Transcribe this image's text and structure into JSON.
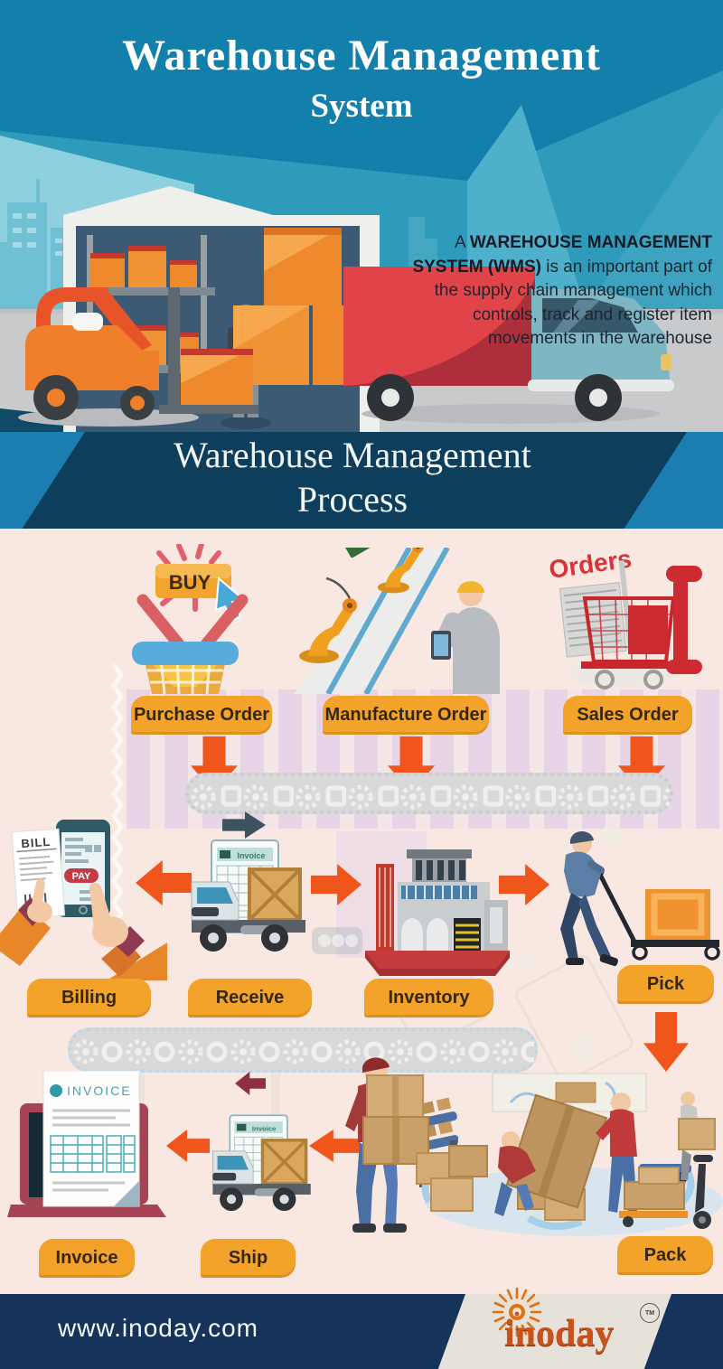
{
  "colors": {
    "teal_base": "#2F9BBA",
    "teal_dark": "#1280AB",
    "teal_light": "#57B5CF",
    "sky": "#8ED0DE",
    "city": "#6FC0D3",
    "floor": "#C8CACC",
    "banner_blue": "#1B7DB0",
    "banner_navy": "#0D3E5C",
    "cream": "#F8E8E1",
    "label_orange": "#F4A32A",
    "label_text": "#33270F",
    "arrow_orange": "#F0561B",
    "arrow_maroon": "#8E2F44",
    "footer_navy": "#16335C",
    "logo_orange": "#C9511B",
    "beige": "#E6E1D9"
  },
  "header": {
    "title_line1": "Warehouse Management",
    "title_line2": "System",
    "description": {
      "prefix": "A ",
      "bold": "WAREHOUSE MANAGEMENT SYSTEM (WMS)",
      "rest": " is an important part of the supply chain management which  controls, track and register item movements in the warehouse"
    }
  },
  "process_banner": {
    "line1": "Warehouse Management",
    "line2": "Process"
  },
  "process": {
    "steps": [
      {
        "id": "purchase-order",
        "label": "Purchase Order"
      },
      {
        "id": "manufacture-order",
        "label": "Manufacture Order"
      },
      {
        "id": "sales-order",
        "label": "Sales Order"
      },
      {
        "id": "billing",
        "label": "Billing"
      },
      {
        "id": "receive",
        "label": "Receive"
      },
      {
        "id": "inventory",
        "label": "Inventory"
      },
      {
        "id": "pick",
        "label": "Pick"
      },
      {
        "id": "invoice",
        "label": "Invoice"
      },
      {
        "id": "ship",
        "label": "Ship"
      },
      {
        "id": "pack",
        "label": "Pack"
      }
    ],
    "icon_text": {
      "buy": "BUY",
      "orders": "Orders",
      "bill": "BILL",
      "pay": "PAY",
      "invoice_sheet": "Invoice",
      "invoice_document": "INVOICE"
    }
  },
  "footer": {
    "website": "www.inoday.com",
    "brand": "inoday",
    "trademark": "TM"
  }
}
